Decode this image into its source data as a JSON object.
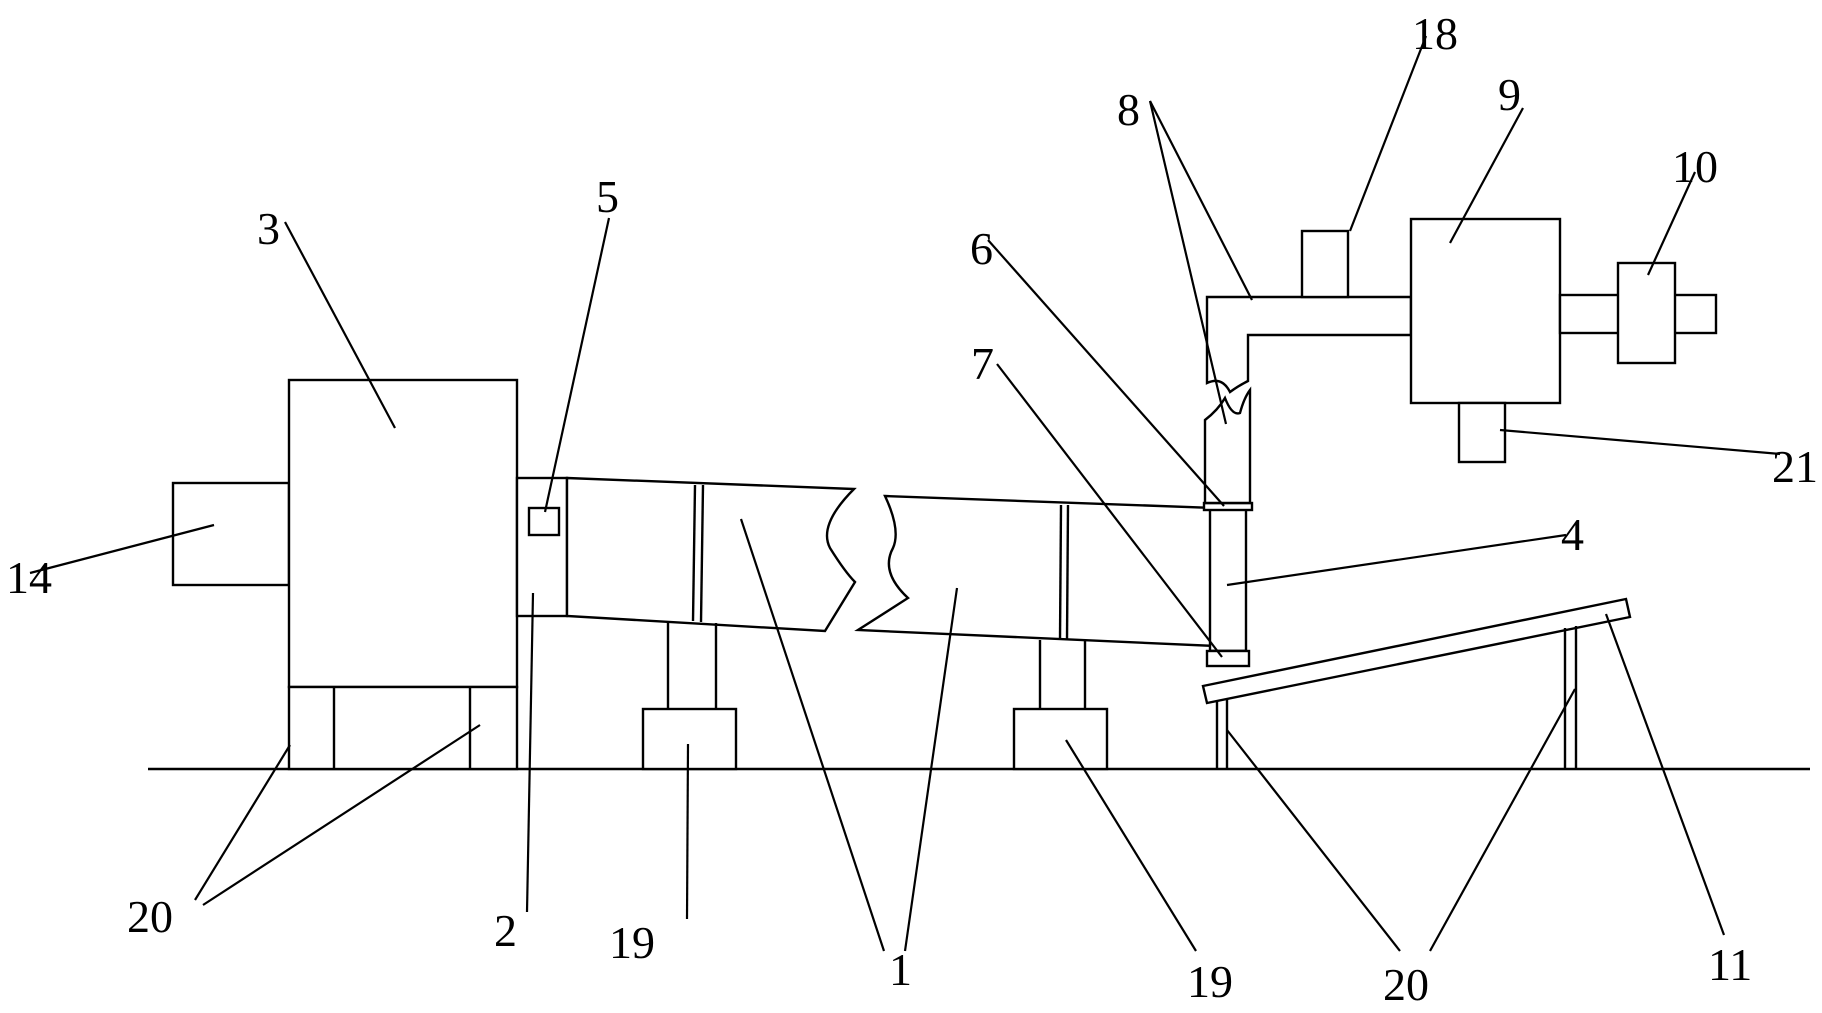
{
  "labels": {
    "l1a": "1",
    "l2": "2",
    "l3": "3",
    "l4": "4",
    "l5": "5",
    "l6": "6",
    "l7": "7",
    "l8": "8",
    "l9": "9",
    "l10": "10",
    "l11": "11",
    "l14": "14",
    "l18": "18",
    "l19a": "19",
    "l19b": "19",
    "l20a": "20",
    "l20b": "20",
    "l21": "21"
  }
}
